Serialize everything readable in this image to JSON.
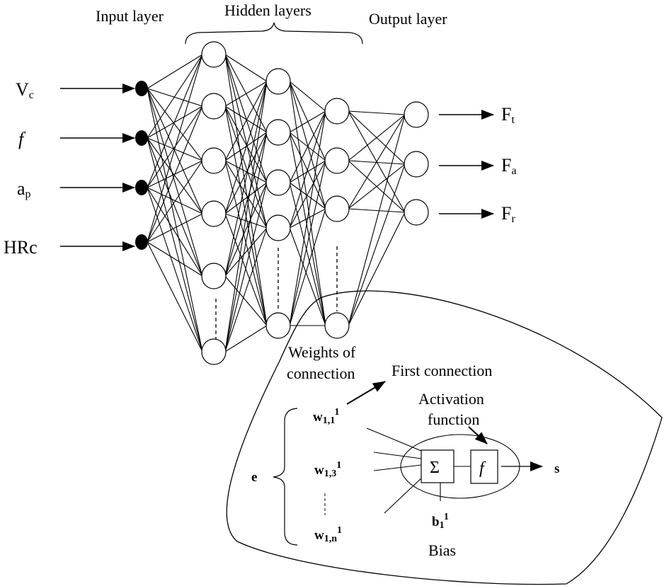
{
  "layers": {
    "input": "Input layer",
    "hidden": "Hidden layers",
    "output": "Output layer"
  },
  "inputs": [
    {
      "main": "V",
      "sub": "c"
    },
    {
      "main": "f",
      "sub": ""
    },
    {
      "main": "a",
      "sub": "p"
    },
    {
      "main": "HRc",
      "sub": ""
    }
  ],
  "outputs": [
    {
      "main": "F",
      "sub": "t"
    },
    {
      "main": "F",
      "sub": "a"
    },
    {
      "main": "F",
      "sub": "r"
    }
  ],
  "neuron": {
    "weights_label_1": "Weights of",
    "weights_label_2": "connection",
    "first_connection": "First connection",
    "activation_1": "Activation",
    "activation_2": "function",
    "input_vector": "e",
    "w_first": {
      "main": "w",
      "sub": "1,1",
      "sup": "1"
    },
    "w_third": {
      "main": "w",
      "sub": "1,3",
      "sup": "1"
    },
    "w_last": {
      "main": "w",
      "sub": "1,n",
      "sup": "1"
    },
    "sum_symbol": "Σ",
    "activation_symbol": "f",
    "output": "s",
    "bias_symbol": {
      "main": "b",
      "sub": "1",
      "sup": "1"
    },
    "bias_label": "Bias"
  }
}
